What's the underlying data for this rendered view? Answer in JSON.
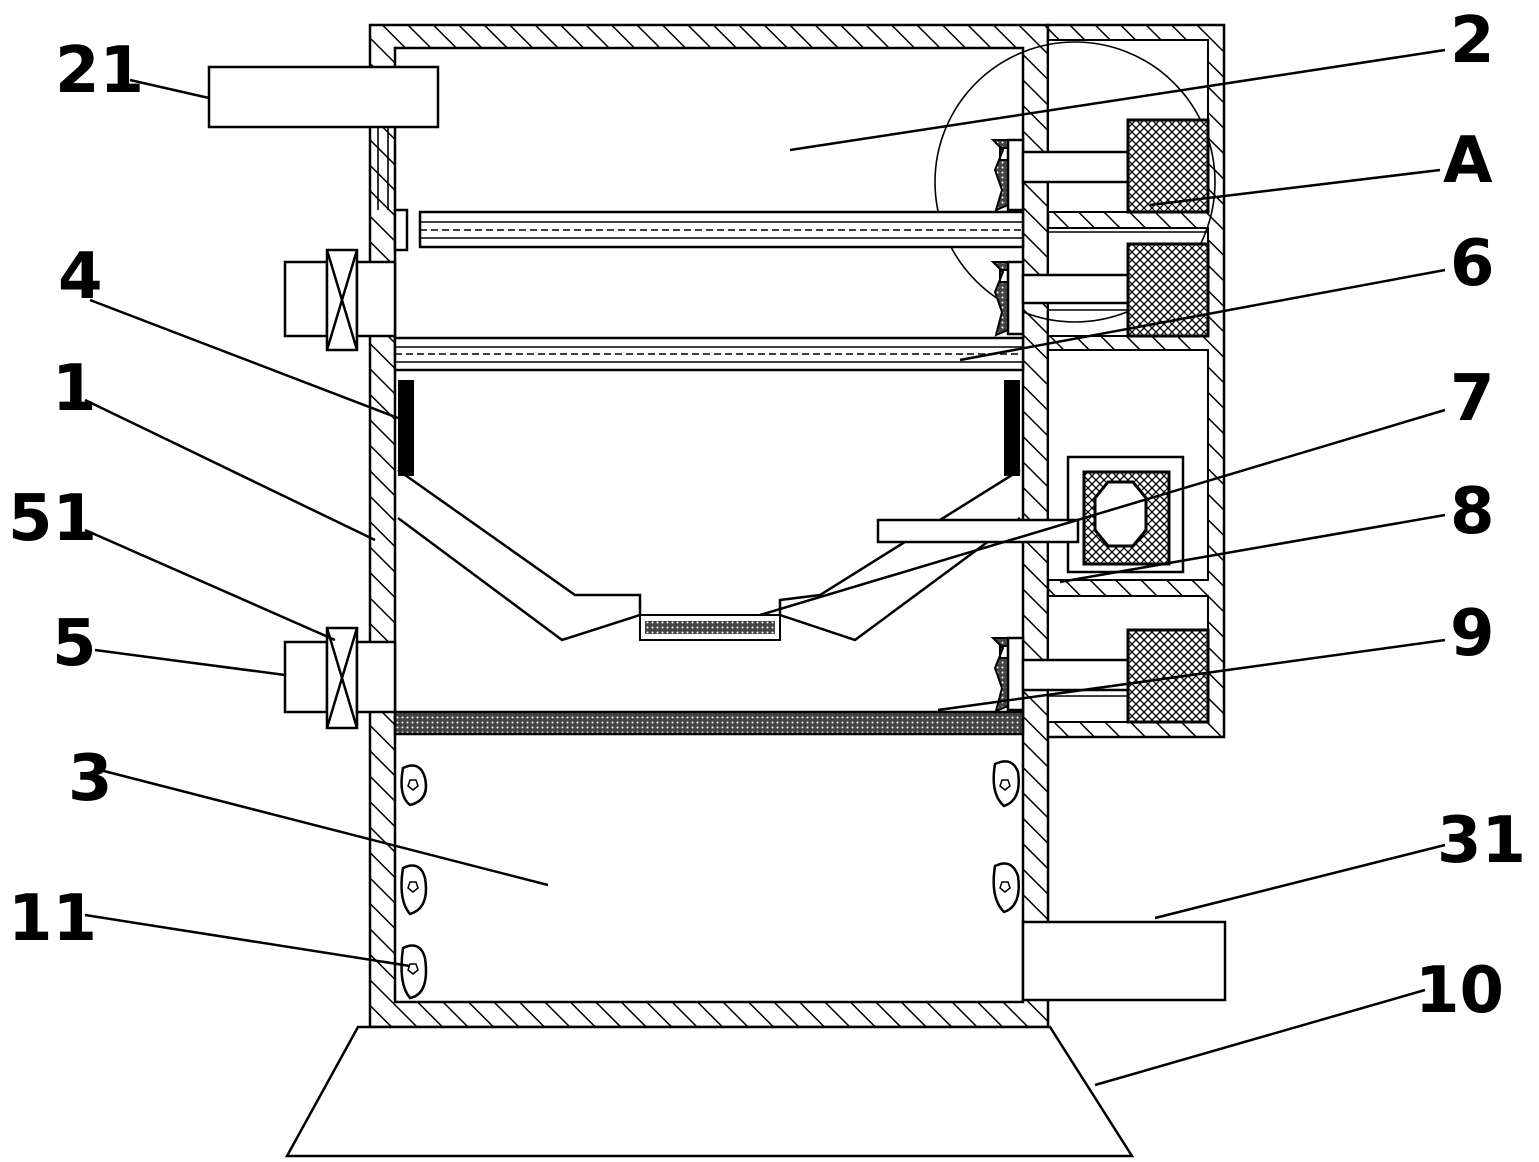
{
  "reference_labels": {
    "l21": "21",
    "l2": "2",
    "lA": "A",
    "l4": "4",
    "l6": "6",
    "l1": "1",
    "l7": "7",
    "l51": "51",
    "l8": "8",
    "l5": "5",
    "l9": "9",
    "l3": "3",
    "l31": "31",
    "l11": "11",
    "l10": "10"
  },
  "colors": {
    "ink": "#000000",
    "paper": "#ffffff"
  }
}
